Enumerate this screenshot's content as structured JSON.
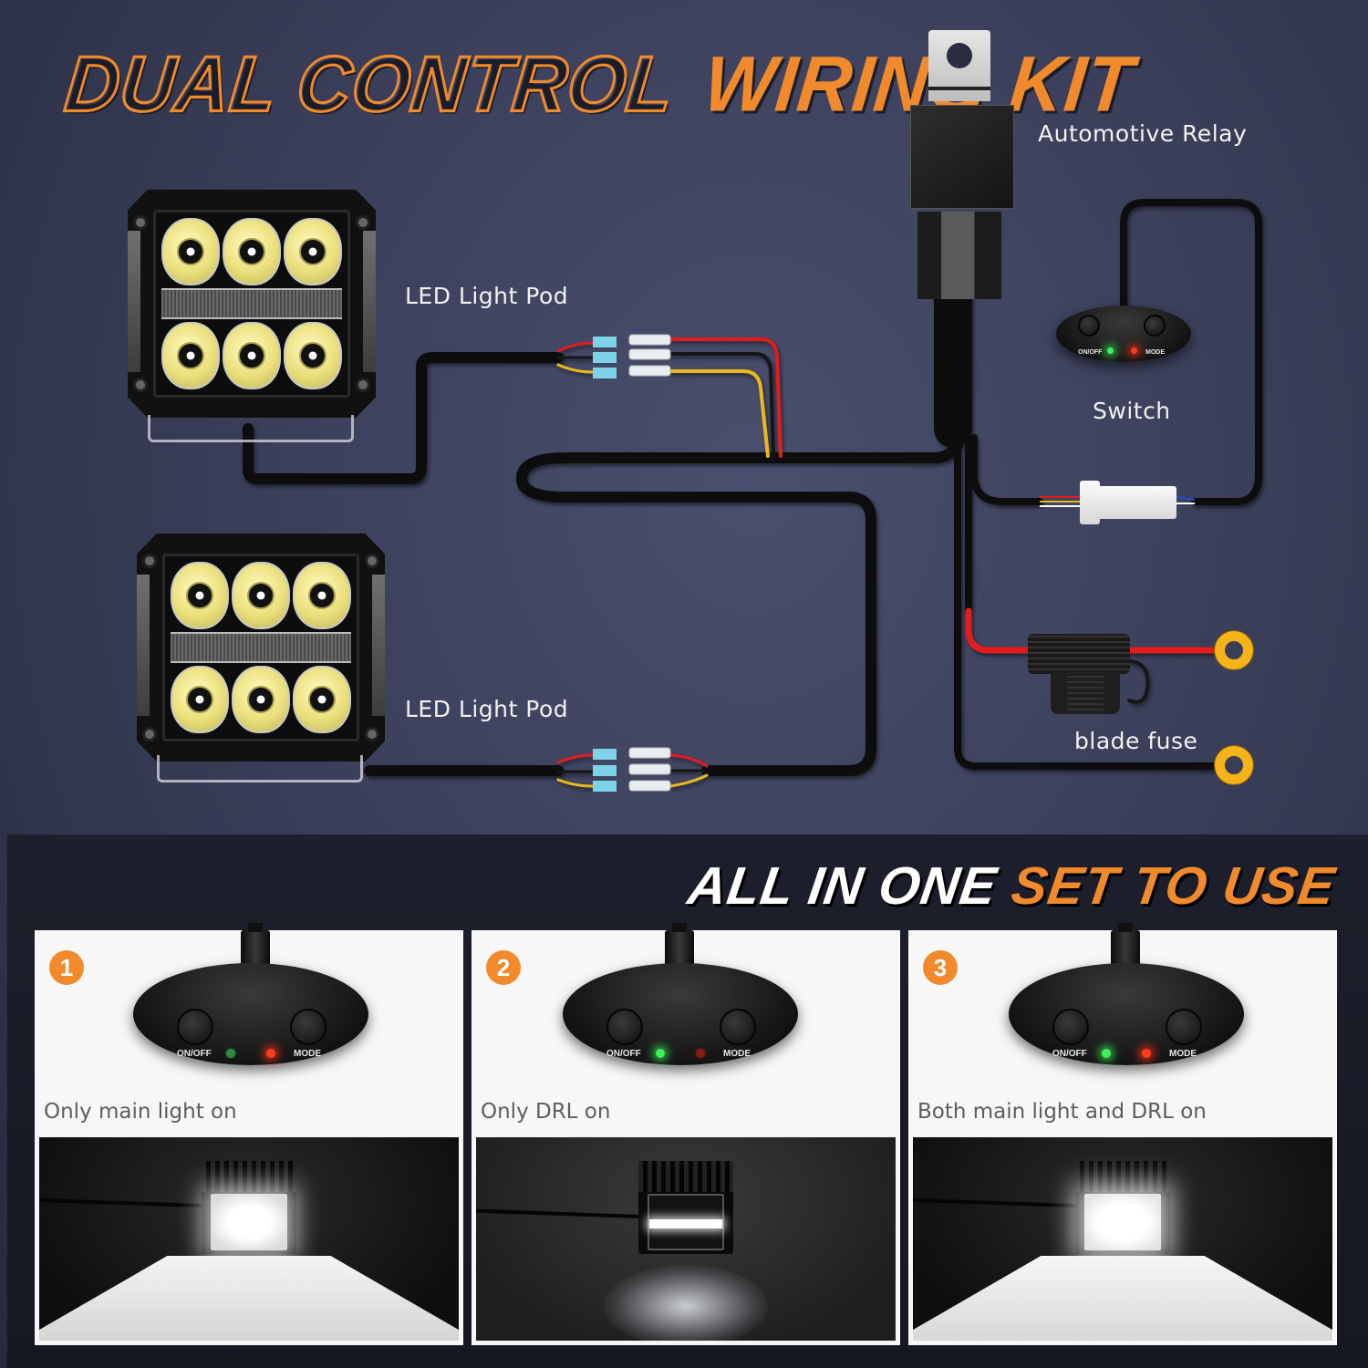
{
  "title": {
    "outline_text": "DUAL CONTROL",
    "solid_text": "WIRING KIT",
    "accent_color": "#f08a2c"
  },
  "diagram": {
    "labels": {
      "relay": "Automotive Relay",
      "pod_top": "LED Light Pod",
      "pod_bottom": "LED Light Pod",
      "switch": "Switch",
      "fuse": "blade fuse"
    },
    "switch": {
      "onoff_label": "ON/OFF",
      "mode_label": "MODE"
    },
    "wire_colors": {
      "red": "#e41b1b",
      "black": "#111111",
      "yellow": "#e8b91a",
      "connector_blue": "#7fd3e8",
      "ring_terminal": "#f4b318"
    },
    "components": [
      "Automotive Relay",
      "LED Light Pod",
      "LED Light Pod",
      "Switch",
      "blade fuse",
      "ring terminal",
      "ring terminal",
      "wire connector"
    ]
  },
  "tagline": {
    "white_text": "ALL IN ONE",
    "orange_text": "SET TO USE"
  },
  "modes": [
    {
      "number": "1",
      "caption": "Only main light on",
      "onoff_label": "ON/OFF",
      "mode_label": "MODE",
      "green_led": "dim",
      "red_led": "on",
      "main_light": true,
      "drl": false
    },
    {
      "number": "2",
      "caption": "Only DRL on",
      "onoff_label": "ON/OFF",
      "mode_label": "MODE",
      "green_led": "on",
      "red_led": "dim",
      "main_light": false,
      "drl": true
    },
    {
      "number": "3",
      "caption": "Both main light and DRL on",
      "onoff_label": "ON/OFF",
      "mode_label": "MODE",
      "green_led": "on",
      "red_led": "on",
      "main_light": true,
      "drl": true
    }
  ]
}
